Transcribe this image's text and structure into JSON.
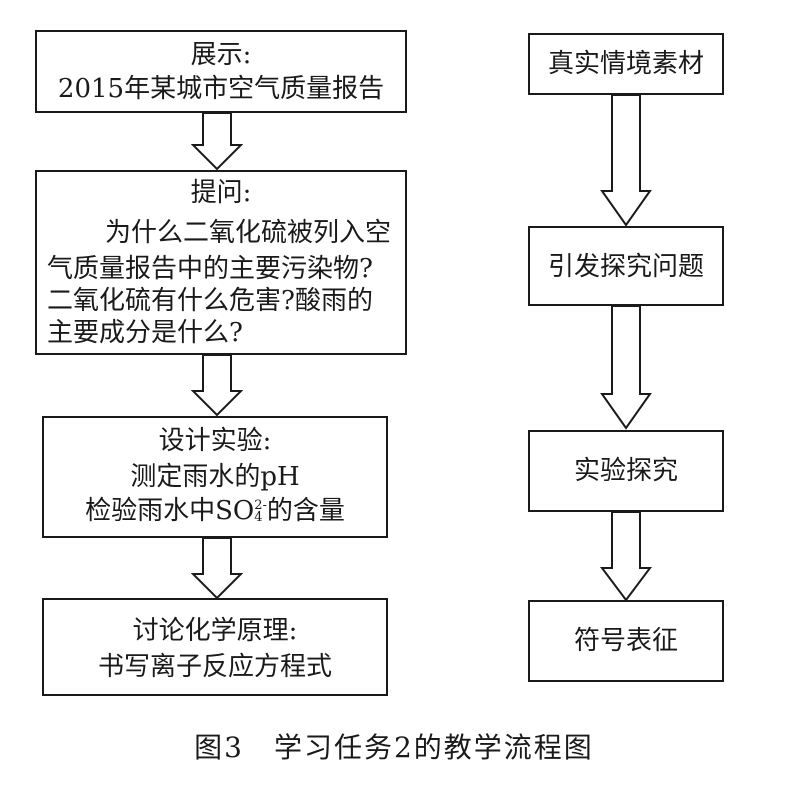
{
  "left": {
    "box1": {
      "title": "展示:",
      "line1": "2015年某城市空气质量报告"
    },
    "box2": {
      "title": "提问:",
      "line1": "为什么二氧化硫被列入空",
      "line2": "气质量报告中的主要污染物?",
      "line3": "二氧化硫有什么危害?酸雨的",
      "line4": "主要成分是什么?"
    },
    "box3": {
      "title": "设计实验:",
      "line1": "测定雨水的pH",
      "line2_prefix": "检验雨水中SO",
      "line2_sub": "4",
      "line2_sup": "2-",
      "line2_suffix": "的含量"
    },
    "box4": {
      "title": "讨论化学原理:",
      "line1": "书写离子反应方程式"
    }
  },
  "right": {
    "box1": "真实情境素材",
    "box2": "引发探究问题",
    "box3": "实验探究",
    "box4": "符号表征"
  },
  "caption": "图3　学习任务2的教学流程图"
}
